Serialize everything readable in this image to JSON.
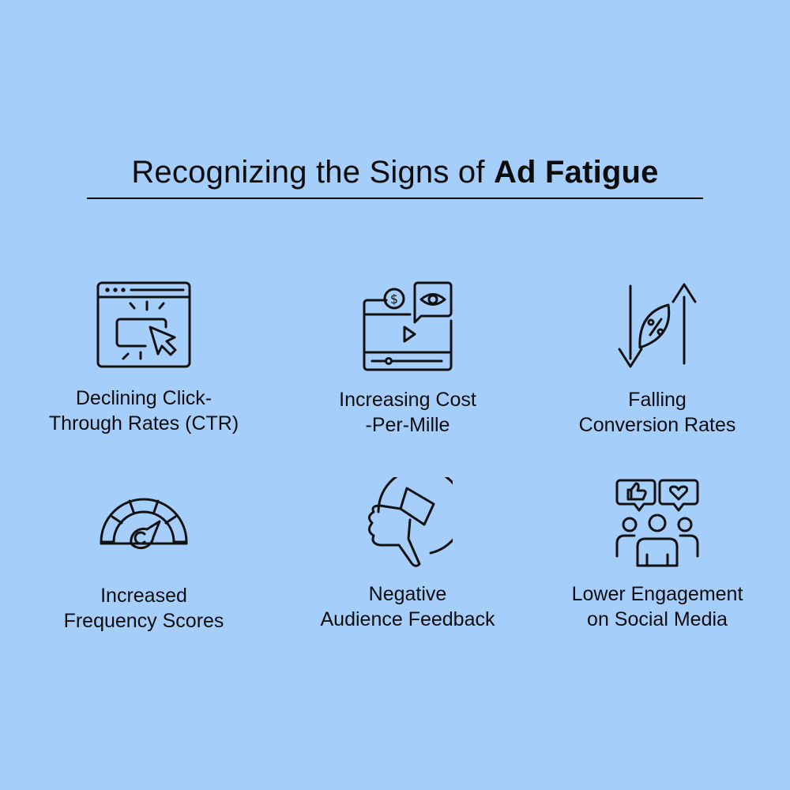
{
  "colors": {
    "background": "#a6cefa",
    "ink": "#111111"
  },
  "header": {
    "title_regular": "Recognizing the Signs of ",
    "title_bold": "Ad Fatigue"
  },
  "items": [
    {
      "icon": "click-cursor-browser-icon",
      "line1": "Declining Click-",
      "line2": "Through Rates (CTR)"
    },
    {
      "icon": "video-cost-eye-icon",
      "line1": "Increasing Cost",
      "line2": "-Per-Mille"
    },
    {
      "icon": "conversion-arrows-percent-icon",
      "line1": "Falling",
      "line2": "Conversion Rates"
    },
    {
      "icon": "frequency-gauge-icon",
      "line1": "Increased",
      "line2": "Frequency Scores"
    },
    {
      "icon": "thumbs-down-icon",
      "line1": "Negative",
      "line2": "Audience Feedback"
    },
    {
      "icon": "social-audience-icon",
      "line1": "Lower Engagement",
      "line2": "on Social Media"
    }
  ]
}
